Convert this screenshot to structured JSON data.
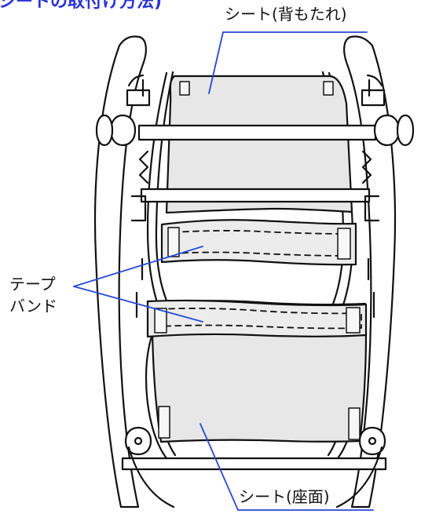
{
  "title": "シートの取付け方法)",
  "labels": {
    "back_seat": "シート(背もたれ)",
    "tape_line1": "テープ",
    "tape_line2": "バンド",
    "seat": "シート(座面)"
  },
  "colors": {
    "title": "#2a33d6",
    "label_text": "#111111",
    "outline": "#111111",
    "seat_fill": "#e7e7e7",
    "band_fill": "#ececec",
    "leader": "#2548d9",
    "white": "#ffffff"
  }
}
